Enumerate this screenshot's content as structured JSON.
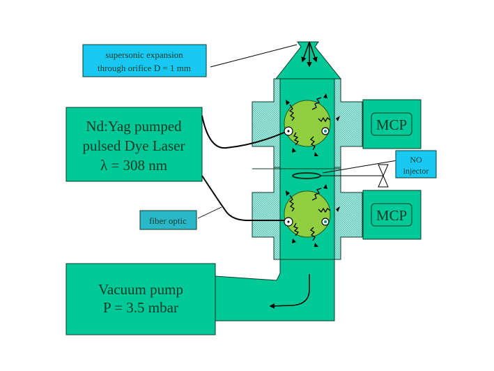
{
  "diagram": {
    "labels": {
      "supersonic_line1": "supersonic expansion",
      "supersonic_line2": "through orifice D = 1 mm",
      "laser_line1": "Nd:Yag pumped",
      "laser_line2": "pulsed Dye Laser",
      "laser_line3": "λ = 308 nm",
      "fiber_optic": "fiber optic",
      "mcp_top": "MCP",
      "mcp_bottom": "MCP",
      "no_line1": "NO",
      "no_line2": "injector",
      "vacuum_line1": "Vacuum pump",
      "vacuum_line2": "P = 3.5 mbar"
    },
    "colors": {
      "chamber_green": "#00c896",
      "callout_blue": "#19c8f0",
      "fiber_label_teal": "#2ab8c8",
      "sphere_green": "#90d040",
      "hatch_teal": "#6fd0c0"
    }
  }
}
